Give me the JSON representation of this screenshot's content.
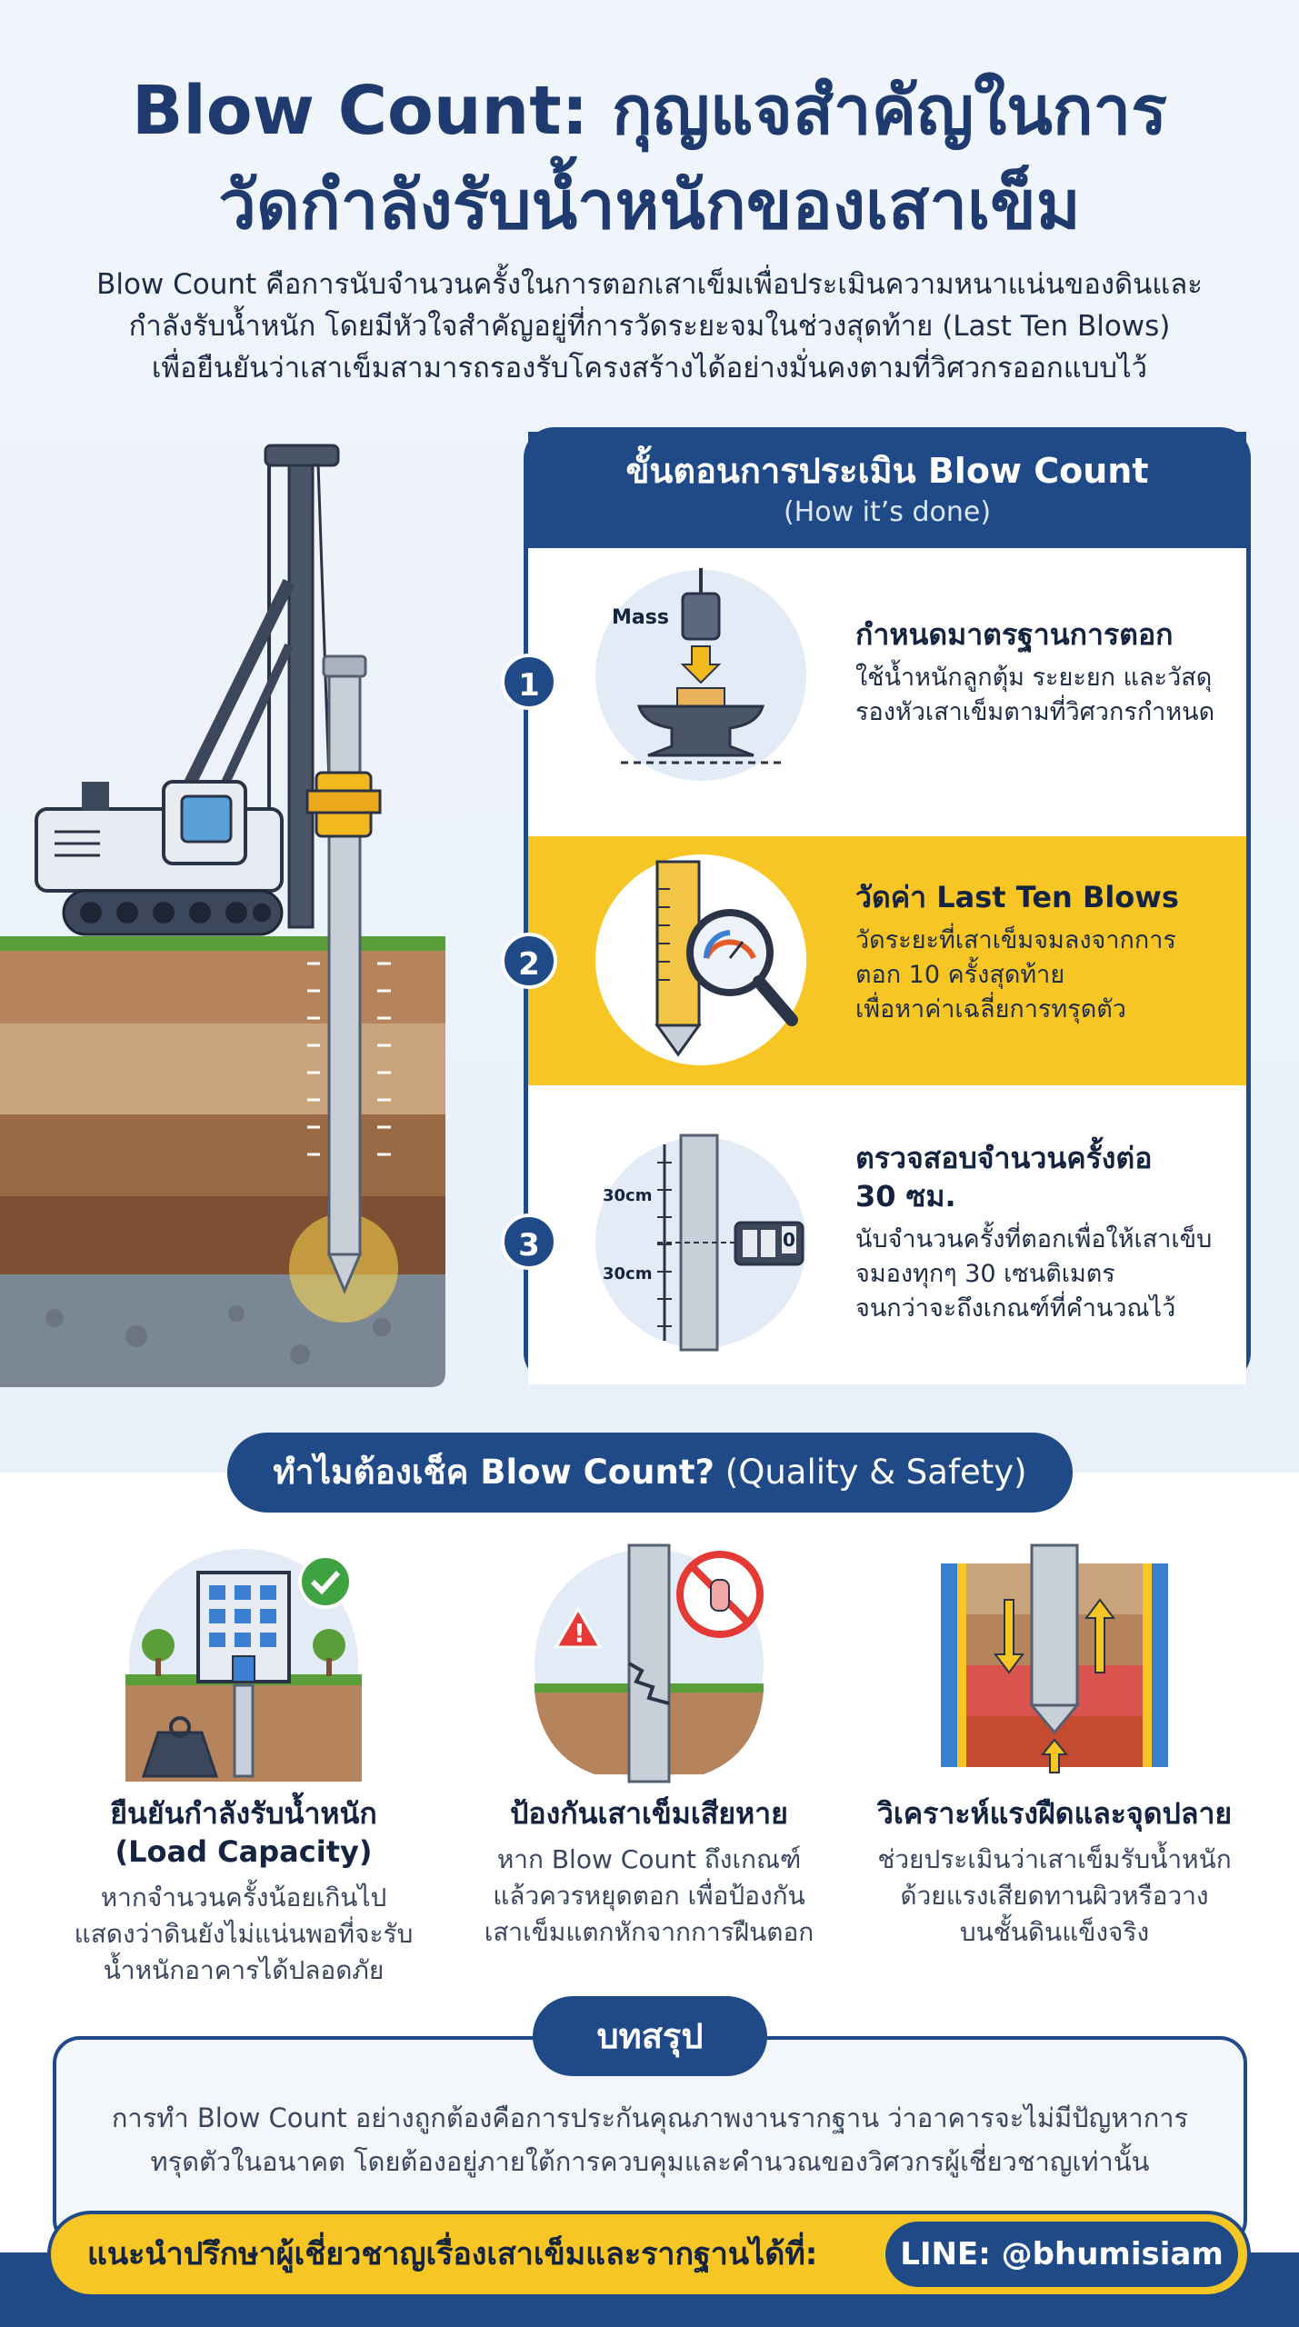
{
  "title": {
    "line1": "Blow Count: กุญแจสำคัญในการ",
    "line2": "วัดกำลังรับน้ำหนักของเสาเข็ม"
  },
  "intro": {
    "line1": "Blow Count คือการนับจำนวนครั้งในการตอกเสาเข็มเพื่อประเมินความหนาแน่นของดินและ",
    "line2": "กำลังรับน้ำหนัก โดยมีหัวใจสำคัญอยู่ที่การวัดระยะจมในช่วงสุดท้าย (Last Ten Blows)",
    "line3": "เพื่อยืนยันว่าเสาเข็มสามารถรองรับโครงสร้างได้อย่างมั่นคงตามที่วิศวกรออกแบบไว้"
  },
  "steps": {
    "heading": "ขั้นตอนการประเมิน Blow Count",
    "subheading": "(How it’s done)",
    "items": [
      {
        "num": "1",
        "title": "กำหนดมาตรฐานการตอก",
        "text1": "ใช้น้ำหนักลูกตุ้ม ระยะยก และวัสดุ",
        "text2": "รองหัวเสาเข็มตามที่วิศวกรกำหนด",
        "text3": "",
        "mass_label": "Mass"
      },
      {
        "num": "2",
        "title": "วัดค่า Last Ten Blows",
        "text1": "วัดระยะที่เสาเข็มจมลงจากการ",
        "text2": "ตอก 10 ครั้งสุดท้าย",
        "text3": "เพื่อหาค่าเฉลี่ยการทรุดตัว"
      },
      {
        "num": "3",
        "title": "ตรวจสอบจำนวนครั้งต่อ",
        "title2": "30 ซม.",
        "text1": "นับจำนวนครั้งที่ตอกเพื่อให้เสาเข็บ",
        "text2": "จมองทุกๆ 30 เซนติเมตร",
        "text3": "จนกว่าจะถึงเกณฑ์ที่คำนวณไว้",
        "scale_label": "30cm",
        "counter_digit": "0"
      }
    ]
  },
  "why": {
    "pill_bold": "ทำไมต้องเช็ค Blow Count?",
    "pill_light": " (Quality & Safety)",
    "cards": [
      {
        "title1": "ยืนยันกำลังรับน้ำหนัก",
        "title2": "(Load Capacity)",
        "text1": "หากจำนวนครั้งน้อยเกินไป",
        "text2": "แสดงว่าดินยังไม่แน่นพอที่จะรับ",
        "text3": "น้ำหนักอาคารได้ปลอดภัย"
      },
      {
        "title1": "ป้องกันเสาเข็มเสียหาย",
        "title2": "",
        "text1": "หาก Blow Count ถึงเกณฑ์",
        "text2": "แล้วควรหยุดตอก เพื่อป้องกัน",
        "text3": "เสาเข็มแตกหักจากการฝืนตอก"
      },
      {
        "title1": "วิเคราะห์แรงฝืดและจุดปลาย",
        "title2": "",
        "text1": "ช่วยประเมินว่าเสาเข็มรับน้ำหนัก",
        "text2": "ด้วยแรงเสียดทานผิวหรือวาง",
        "text3": "บนชั้นดินแข็งจริง"
      }
    ]
  },
  "summary": {
    "pill": "บทสรุป",
    "line1": "การทำ Blow Count อย่างถูกต้องคือการประกันคุณภาพงานรากฐาน ว่าอาคารจะไม่มีปัญหาการ",
    "line2": "ทรุดตัวในอนาคต โดยต้องอยู่ภายใต้การควบคุมและคำนวณของวิศวกรผู้เชี่ยวชาญเท่านั้น"
  },
  "cta": {
    "text": "แนะนำปรึกษาผู้เชี่ยวชาญเรื่องเสาเข็มและรากฐานได้ที่:",
    "line": "LINE: @bhumisiam"
  },
  "colors": {
    "navy": "#1f4a87",
    "yellow": "#f7c625",
    "soil_brown": "#8a5a3c",
    "grass": "#5a9e3a"
  }
}
